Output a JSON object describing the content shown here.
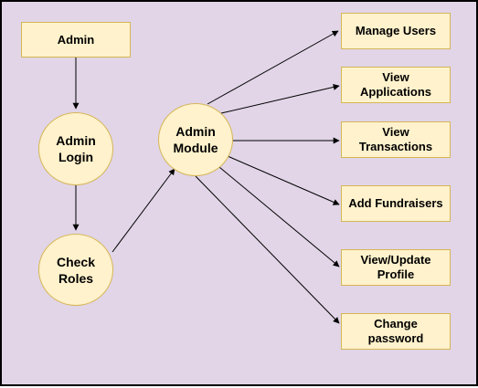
{
  "colors": {
    "background": "#e1d5e7",
    "node_fill": "#fff2cc",
    "node_stroke": "#d6b656",
    "edge": "#000000"
  },
  "nodes": {
    "admin": "Admin",
    "admin_login": "Admin\nLogin",
    "check_roles": "Check\nRoles",
    "admin_module": "Admin\nModule",
    "manage_users": "Manage Users",
    "view_applications": "View\nApplications",
    "view_transactions": "View\nTransactions",
    "add_fundraisers": "Add Fundraisers",
    "view_update_profile": "View/Update\nProfile",
    "change_password": "Change\npassword"
  },
  "edges": [
    {
      "from": "admin",
      "to": "admin_login"
    },
    {
      "from": "admin_login",
      "to": "check_roles"
    },
    {
      "from": "check_roles",
      "to": "admin_module"
    },
    {
      "from": "admin_module",
      "to": "manage_users"
    },
    {
      "from": "admin_module",
      "to": "view_applications"
    },
    {
      "from": "admin_module",
      "to": "view_transactions"
    },
    {
      "from": "admin_module",
      "to": "add_fundraisers"
    },
    {
      "from": "admin_module",
      "to": "view_update_profile"
    },
    {
      "from": "admin_module",
      "to": "change_password"
    }
  ]
}
